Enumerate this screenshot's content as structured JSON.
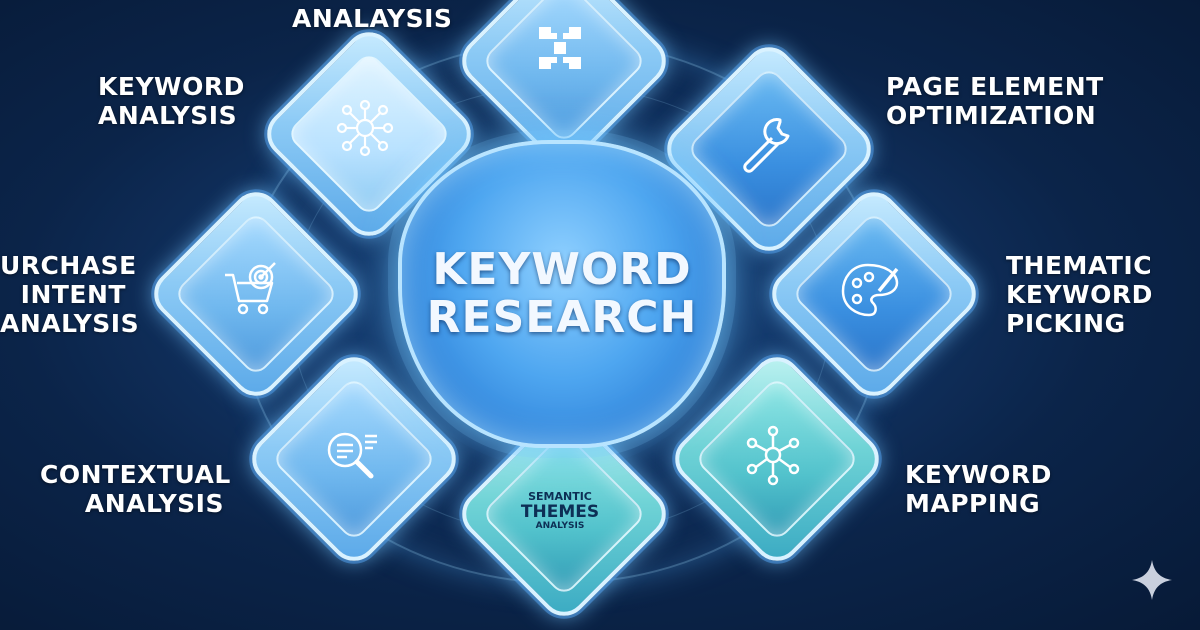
{
  "center": {
    "title": "KEYWORD\nRESEARCH"
  },
  "nodes": [
    {
      "id": "top",
      "label": "ANALAYSIS",
      "icon": "grid-icon"
    },
    {
      "id": "upper-left",
      "label": "KEYWORD\nANALYSIS",
      "icon": "network-nodes-icon"
    },
    {
      "id": "upper-right",
      "label": "PAGE ELEMENT\nOPTIMIZATION",
      "icon": "wrench-icon"
    },
    {
      "id": "left",
      "label": "URCHASE\nINTENT\nANALYSIS",
      "icon": "shopping-cart-target-icon"
    },
    {
      "id": "right",
      "label": "THEMATIC\nKEYWORD\nPICKING",
      "icon": "palette-icon"
    },
    {
      "id": "lower-left",
      "label": "CONTEXTUAL\nANALYSIS",
      "icon": "magnifier-document-icon"
    },
    {
      "id": "bottom",
      "label": "",
      "icon": "word-cloud-icon"
    },
    {
      "id": "lower-right",
      "label": "KEYWORD\nMAPPING",
      "icon": "hub-spoke-icon"
    }
  ],
  "semantic_tile": {
    "line1": "SEMANTIC",
    "line2": "THEMES",
    "line3": "ANALYSIS"
  },
  "colors": {
    "background": "#0b2449",
    "hub": "#4ea6f0",
    "tile": "#8ccaf5",
    "label": "#ffffff"
  },
  "watermark": "sparkle-icon"
}
